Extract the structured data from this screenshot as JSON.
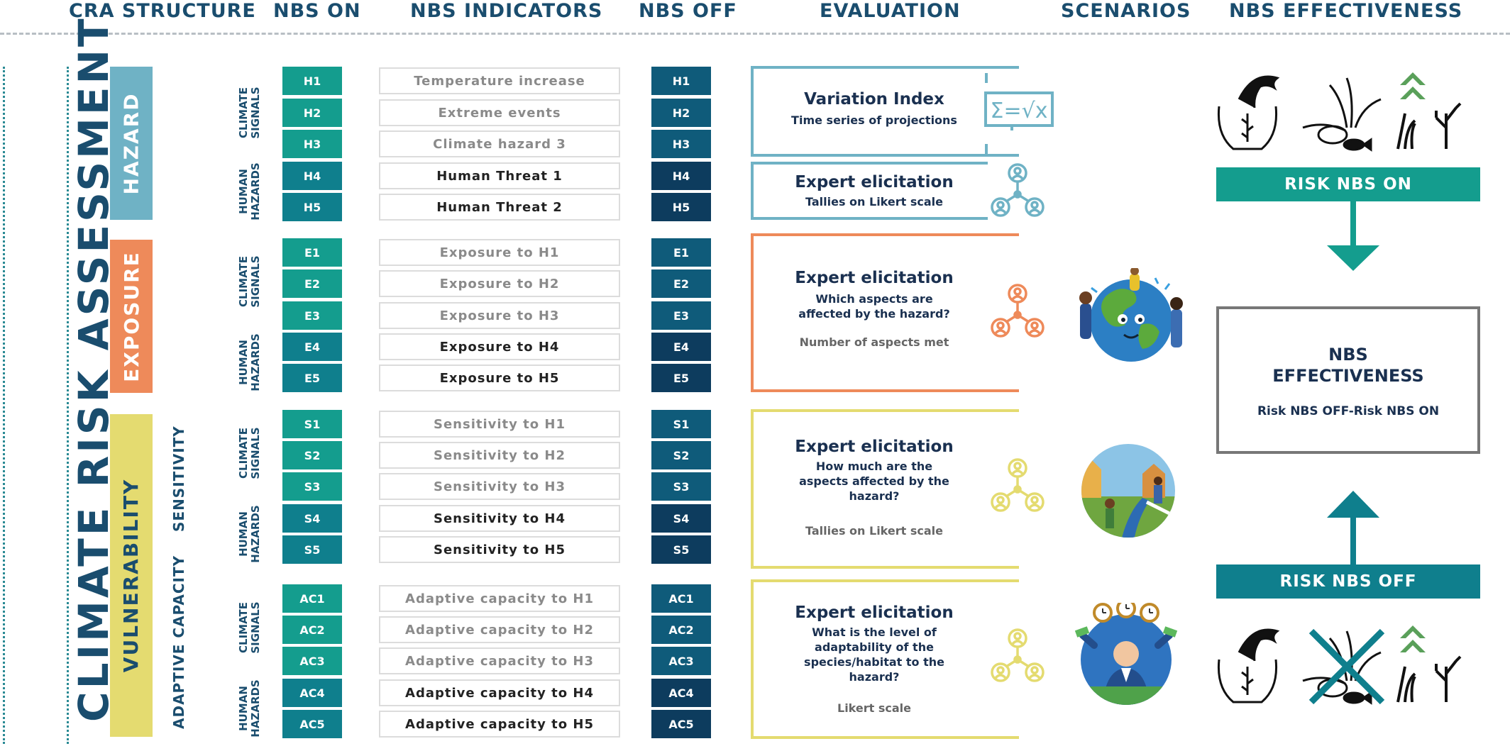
{
  "headers": {
    "cra_structure": "CRA STRUCTURE",
    "nbs_on": "NBS ON",
    "nbs_indicators": "NBS INDICATORS",
    "nbs_off": "NBS OFF",
    "evaluation": "EVALUATION",
    "scenarios": "SCENARIOS",
    "nbs_effectiveness": "NBS EFFECTIVENESS"
  },
  "title": "CLIMATE RISK ASSESSMENT",
  "categories": {
    "hazard": "HAZARD",
    "exposure": "EXPOSURE",
    "vulnerability": "VULNERABILITY"
  },
  "vulnerability_sub": {
    "sensitivity": "SENSITIVITY",
    "adaptive_capacity": "ADAPTIVE CAPACITY"
  },
  "group_labels": {
    "climate_l1": "CLIMATE",
    "climate_l2": "SIGNALS",
    "human_l1": "HUMAN",
    "human_l2": "HAZARDS"
  },
  "rows": [
    {
      "code": "H1",
      "indicator": "Temperature increase"
    },
    {
      "code": "H2",
      "indicator": "Extreme events"
    },
    {
      "code": "H3",
      "indicator": "Climate hazard 3"
    },
    {
      "code": "H4",
      "indicator": "Human Threat 1"
    },
    {
      "code": "H5",
      "indicator": "Human Threat 2"
    },
    {
      "code": "E1",
      "indicator": "Exposure to H1"
    },
    {
      "code": "E2",
      "indicator": "Exposure to H2"
    },
    {
      "code": "E3",
      "indicator": "Exposure to H3"
    },
    {
      "code": "E4",
      "indicator": "Exposure to H4"
    },
    {
      "code": "E5",
      "indicator": "Exposure to H5"
    },
    {
      "code": "S1",
      "indicator": "Sensitivity to H1"
    },
    {
      "code": "S2",
      "indicator": "Sensitivity to H2"
    },
    {
      "code": "S3",
      "indicator": "Sensitivity to H3"
    },
    {
      "code": "S4",
      "indicator": "Sensitivity to H4"
    },
    {
      "code": "S5",
      "indicator": "Sensitivity to H5"
    },
    {
      "code": "AC1",
      "indicator": "Adaptive capacity to H1"
    },
    {
      "code": "AC2",
      "indicator": "Adaptive capacity to H2"
    },
    {
      "code": "AC3",
      "indicator": "Adaptive capacity to H3"
    },
    {
      "code": "AC4",
      "indicator": "Adaptive capacity to H4"
    },
    {
      "code": "AC5",
      "indicator": "Adaptive capacity to H5"
    }
  ],
  "evaluation": {
    "variation": {
      "title": "Variation Index",
      "sub": "Time series of projections"
    },
    "hazard_expert": {
      "title": "Expert elicitation",
      "sub": "Tallies on Likert scale"
    },
    "exposure": {
      "title": "Expert elicitation",
      "sub1": "Which aspects are",
      "sub2": "affected by the hazard?",
      "note": "Number of aspects met"
    },
    "sensitivity": {
      "title": "Expert elicitation",
      "sub1": "How much are the",
      "sub2": "aspects affected by the",
      "sub3": "hazard?",
      "note": "Tallies on Likert scale"
    },
    "adaptive": {
      "title": "Expert elicitation",
      "sub1": "What is the level of",
      "sub2": "adaptability of the",
      "sub3": "species/habitat to the",
      "sub4": "hazard?",
      "note": "Likert scale"
    }
  },
  "effectiveness": {
    "risk_on": "RISK NBS ON",
    "risk_off": "RISK NBS OFF",
    "box_l1": "NBS",
    "box_l2": "EFFECTIVENESS",
    "formula": "Risk NBS OFF-Risk NBS ON"
  },
  "colors": {
    "hazard": "#6fb2c5",
    "exposure": "#ee8a5a",
    "vulnerability": "#e4db70",
    "teal": "#149d8e",
    "teal_dark": "#0f7f8d",
    "navy": "#0f5b7a",
    "navy_dark": "#0d3c5e"
  }
}
